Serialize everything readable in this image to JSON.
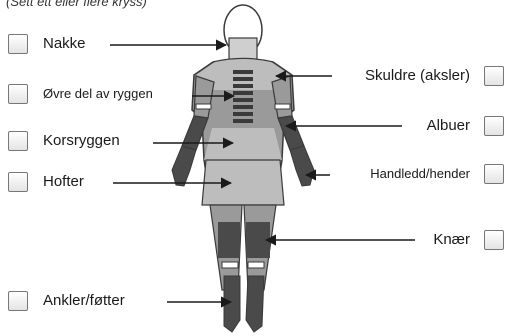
{
  "instruction": "(Sett ett eller flere kryss)",
  "regions": [
    {
      "id": "neck",
      "label": "Nakke"
    },
    {
      "id": "upper-back",
      "label": "Øvre del av ryggen"
    },
    {
      "id": "lower-back",
      "label": "Korsryggen"
    },
    {
      "id": "hips",
      "label": "Hofter"
    },
    {
      "id": "ankles",
      "label": "Ankler/føtter"
    },
    {
      "id": "shoulders",
      "label": "Skuldre (aksler)"
    },
    {
      "id": "elbows",
      "label": "Albuer"
    },
    {
      "id": "wrists",
      "label": "Handledd/hender"
    },
    {
      "id": "knees",
      "label": "Knær"
    }
  ],
  "colors": {
    "highlight": "#cfcfcf",
    "mid": "#9a9a9a",
    "dark": "#4a4a4a",
    "outline": "#3a3a3a"
  }
}
